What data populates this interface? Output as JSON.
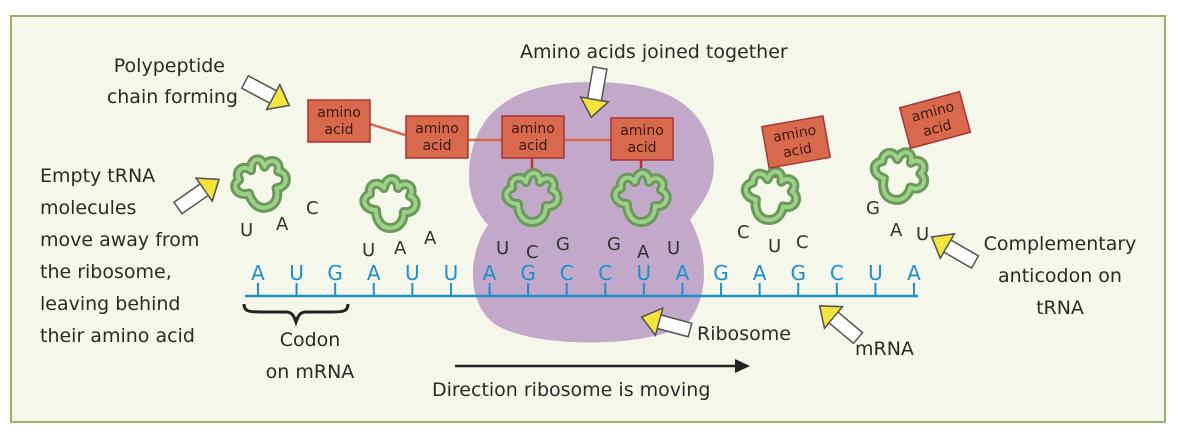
{
  "labels": {
    "polypeptide": [
      "Polypeptide",
      "chain forming"
    ],
    "amino_joined": "Amino acids joined together",
    "empty_trna": [
      "Empty tRNA",
      "molecules",
      "move away from",
      "the ribosome,",
      "leaving behind",
      "their amino acid"
    ],
    "complementary": [
      "Complementary",
      "anticodon on",
      "tRNA"
    ],
    "codon": [
      "Codon",
      "on mRNA"
    ],
    "ribosome": "Ribosome",
    "mrna": "mRNA",
    "direction": "Direction ribosome is moving"
  },
  "amino_acid_box": [
    "amino",
    "acid"
  ],
  "mrna_bases": [
    "A",
    "U",
    "G",
    "A",
    "U",
    "U",
    "A",
    "G",
    "C",
    "C",
    "U",
    "A",
    "G",
    "A",
    "G",
    "C",
    "U",
    "A"
  ],
  "anticodons": [
    [
      "U",
      "A",
      "C"
    ],
    [
      "U",
      "A",
      "A"
    ],
    [
      "U",
      "C",
      "G"
    ],
    [
      "G",
      "A",
      "U"
    ],
    [
      "C",
      "U",
      "C"
    ],
    [
      "G",
      "A",
      "U"
    ]
  ],
  "colors": {
    "background": "#f4f7ea",
    "border": "#9ab36a",
    "trna": "#6a9a5a",
    "amino_acid": "#d9694c",
    "ribosome": "#b99bc4",
    "mrna": "#1b8fd0",
    "arrow_fill": "#f5e53a"
  }
}
